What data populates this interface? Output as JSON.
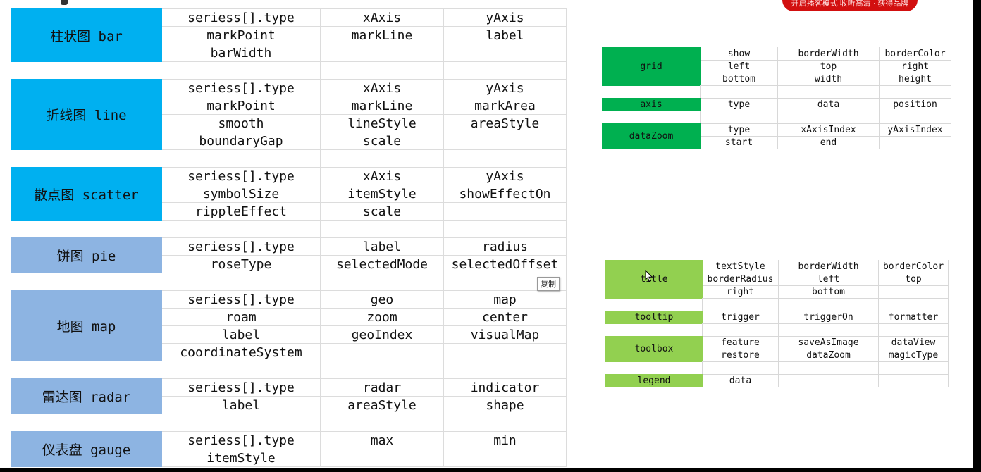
{
  "banner": {
    "text": "开启播客模式 收听高清 · 获得品牌"
  },
  "copy_tooltip": "复制",
  "left_sheet": {
    "sections": [
      {
        "label": "柱状图 bar",
        "color": "#00b0f0",
        "rows": [
          [
            "seriess[].type",
            "xAxis",
            "yAxis"
          ],
          [
            "markPoint",
            "markLine",
            "label"
          ],
          [
            "barWidth",
            "",
            ""
          ]
        ]
      },
      {
        "label": "折线图 line",
        "color": "#00b0f0",
        "rows": [
          [
            "seriess[].type",
            "xAxis",
            "yAxis"
          ],
          [
            "markPoint",
            "markLine",
            "markArea"
          ],
          [
            "smooth",
            "lineStyle",
            "areaStyle"
          ],
          [
            "boundaryGap",
            "scale",
            ""
          ]
        ]
      },
      {
        "label": "散点图 scatter",
        "color": "#00b0f0",
        "rows": [
          [
            "seriess[].type",
            "xAxis",
            "yAxis"
          ],
          [
            "symbolSize",
            "itemStyle",
            "showEffectOn"
          ],
          [
            "rippleEffect",
            "scale",
            ""
          ]
        ]
      },
      {
        "label": "饼图 pie",
        "color": "#8db4e2",
        "rows": [
          [
            "seriess[].type",
            "label",
            "radius"
          ],
          [
            "roseType",
            "selectedMode",
            "selectedOffset"
          ]
        ]
      },
      {
        "label": "地图 map",
        "color": "#8db4e2",
        "rows": [
          [
            "seriess[].type",
            "geo",
            "map"
          ],
          [
            "roam",
            "zoom",
            "center"
          ],
          [
            "label",
            "geoIndex",
            "visualMap"
          ],
          [
            "coordinateSystem",
            "",
            ""
          ]
        ]
      },
      {
        "label": "雷达图 radar",
        "color": "#8db4e2",
        "rows": [
          [
            "seriess[].type",
            "radar",
            "indicator"
          ],
          [
            "label",
            "areaStyle",
            "shape"
          ]
        ]
      },
      {
        "label": "仪表盘 gauge",
        "color": "#8db4e2",
        "rows": [
          [
            "seriess[].type",
            "max",
            "min"
          ],
          [
            "itemStyle",
            "",
            ""
          ]
        ]
      }
    ]
  },
  "right_sheet_top": {
    "sections": [
      {
        "label": "grid",
        "rows": [
          [
            "show",
            "borderWidth",
            "borderColor"
          ],
          [
            "left",
            "top",
            "right"
          ],
          [
            "bottom",
            "width",
            "height"
          ]
        ]
      },
      {
        "label": "axis",
        "rows": [
          [
            "type",
            "data",
            "position"
          ]
        ]
      },
      {
        "label": "dataZoom",
        "rows": [
          [
            "type",
            "xAxisIndex",
            "yAxisIndex"
          ],
          [
            "start",
            "end",
            ""
          ]
        ]
      }
    ]
  },
  "right_sheet_bottom": {
    "sections": [
      {
        "label": "title",
        "rows": [
          [
            "textStyle",
            "borderWidth",
            "borderColor"
          ],
          [
            "borderRadius",
            "left",
            "top"
          ],
          [
            "right",
            "bottom",
            ""
          ]
        ]
      },
      {
        "label": "tooltip",
        "rows": [
          [
            "trigger",
            "triggerOn",
            "formatter"
          ]
        ]
      },
      {
        "label": "toolbox",
        "rows": [
          [
            "feature",
            "saveAsImage",
            "dataView"
          ],
          [
            "restore",
            "dataZoom",
            "magicType"
          ]
        ]
      },
      {
        "label": "legend",
        "rows": [
          [
            "data",
            "",
            ""
          ]
        ]
      }
    ]
  }
}
